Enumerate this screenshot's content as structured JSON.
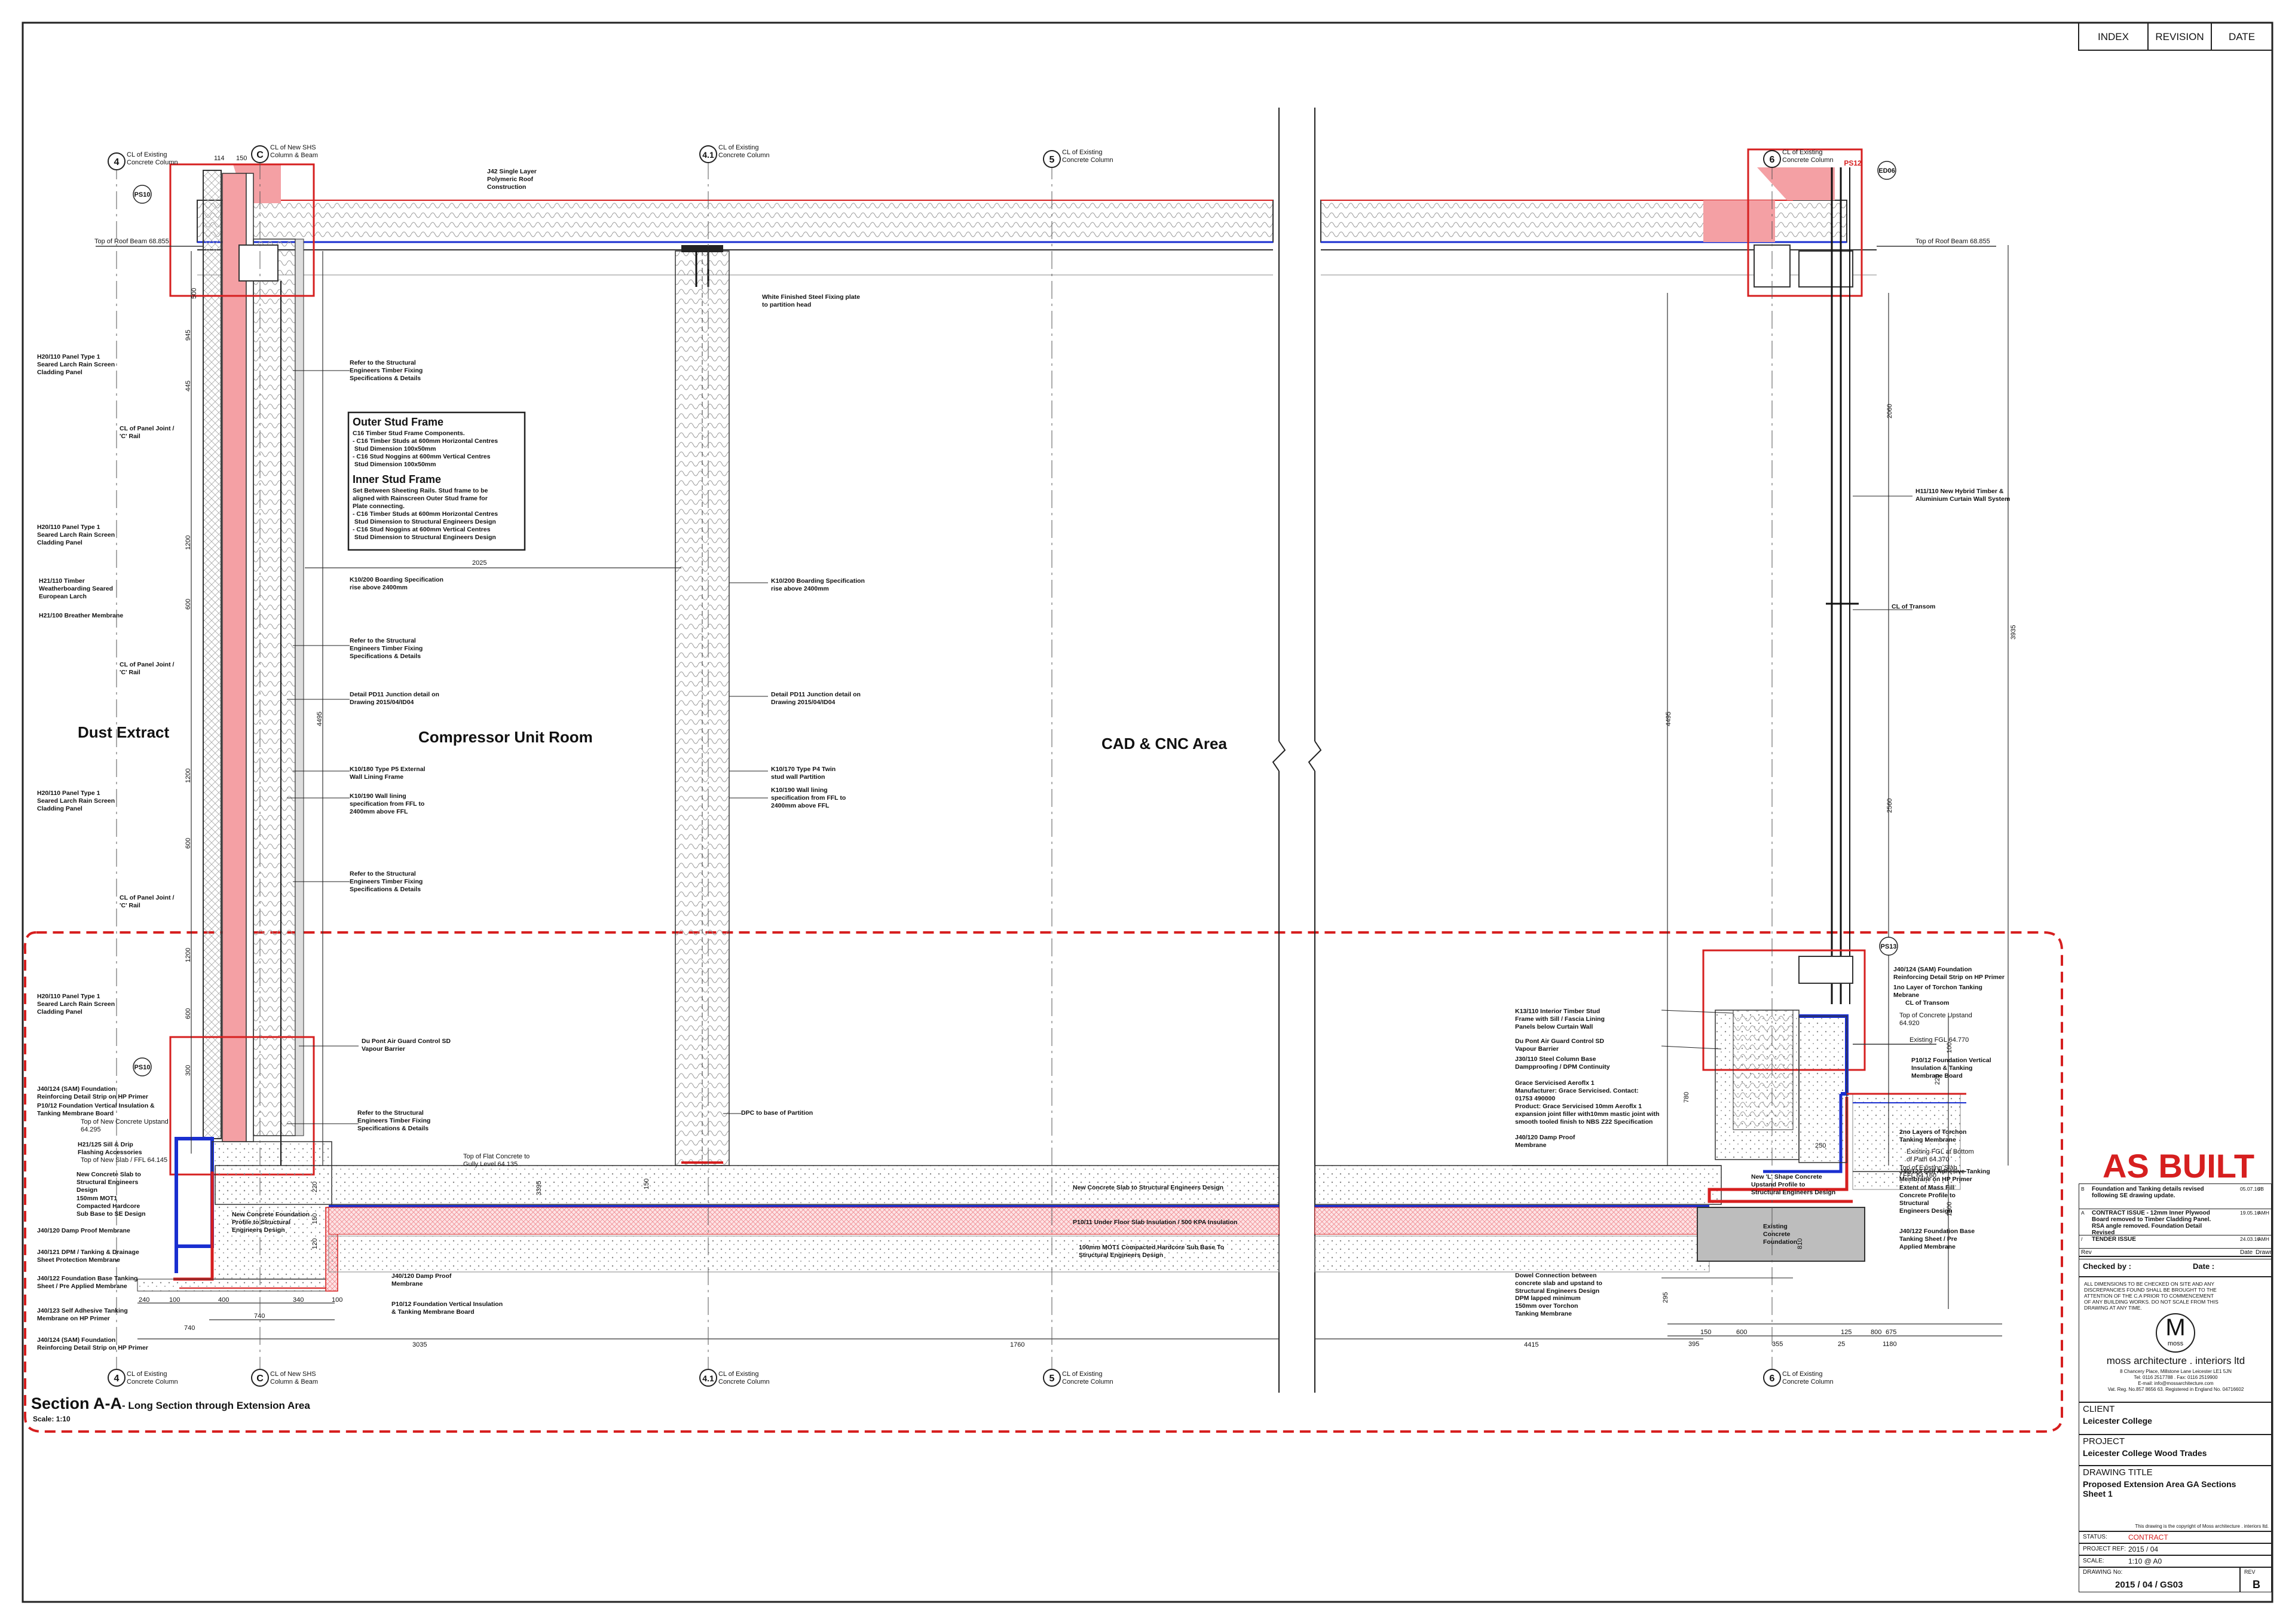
{
  "header": {
    "index": "INDEX",
    "revision": "REVISION",
    "date": "DATE"
  },
  "rooms": {
    "dust_extract": "Dust Extract",
    "compressor": "Compressor Unit Room",
    "cad": "CAD & CNC Area"
  },
  "section": {
    "title": "Section A-A",
    "subtitle": "- Long Section through Extension Area",
    "scale": "Scale: 1:10"
  },
  "as_built": "AS BUILT",
  "grid_top": [
    {
      "num": "4",
      "label": "CL of Existing\nConcrete Column"
    },
    {
      "num": "C",
      "label": "CL of New SHS\nColumn & Beam"
    },
    {
      "num": "4.1",
      "label": "CL of Existing\nConcrete Column"
    },
    {
      "num": "5",
      "label": "CL of Existing\nConcrete Column"
    },
    {
      "num": "6",
      "label": "CL of Existing\nConcrete Column"
    }
  ],
  "levels": {
    "roof_left": "Top of Roof Beam 68.855",
    "roof_right": "Top of Roof Beam 68.855",
    "existing_ffl": "Existing FGL 64.770",
    "upstand_r": "Top of Concrete Upstand\n64.920",
    "upstand_l": "Top of New Concrete Upstand\n64.295",
    "slab_l": "Top of New Slab / FFL 64.145",
    "gully": "Top of Flat Concrete to\nGully Level 64.135",
    "fgl_bottom": "Existing FGL at Bottom\nof Path 64.370",
    "slab_r": "Top of Existing Slab\n/ FFL 64.160"
  },
  "boxes": {
    "outer_title": "Outer Stud Frame",
    "outer_body": "C16 Timber Stud Frame Components.\n- C16 Timber Studs at 600mm Horizontal Centres\n  Stud Dimension 100x50mm\n- C16 Stud Noggins at 600mm Vertical Centres\n  Stud Dimension 100x50mm",
    "inner_title": "Inner Stud Frame",
    "inner_body": "Set Between Sheeting Rails. Stud frame to be\naligned with Rainscreen Outer Stud frame for\nPlate connecting.\n- C16 Timber Studs at 600mm Horizontal Centres\n  Stud Dimension to Structural Engineers Design\n- C16 Stud Noggins at 600mm Vertical Centres\n  Stud Dimension to Structural Engineers Design"
  },
  "notes_left": [
    "H20/110 Panel Type 1\nSeared Larch Rain Screen\nCladding Panel",
    "CL of Panel Joint /\n'C' Rail",
    "H20/110 Panel Type 1\nSeared Larch Rain Screen\nCladding Panel",
    "H21/110 Timber\nWeatherboarding Seared\nEuropean Larch",
    "H21/100 Breather Membrane",
    "CL of Panel Joint /\n'C' Rail",
    "H20/110 Panel Type 1\nSeared Larch Rain Screen\nCladding Panel",
    "CL of Panel Joint /\n'C' Rail",
    "H20/110 Panel Type 1\nSeared Larch Rain Screen\nCladding Panel",
    "J40/124 (SAM) Foundation\nReinforcing Detail Strip on HP Primer",
    "P10/12 Foundation Vertical Insulation &\nTanking Membrane Board",
    "H21/125 Sill & Drip\nFlashing Accessories",
    "New Concrete Slab to\nStructural Engineers\nDesign",
    "150mm MOT1\nCompacted Hardcore\nSub Base to SE Design",
    "J40/120 Damp Proof Membrane",
    "J40/121 DPM / Tanking & Drainage\nSheet Protection Membrane",
    "J40/122 Foundation Base Tanking\nSheet / Pre Applied Membrane",
    "J40/123 Self Adhesive Tanking\nMembrane on HP Primer",
    "J40/124 (SAM) Foundation\nReinforcing Detail Strip on HP Primer"
  ],
  "notes_mid": [
    "J42 Single Layer\nPolymeric Roof\nConstruction",
    "White Finished Steel Fixing plate\nto partition head",
    "Refer to the Structural\nEngineers Timber Fixing\nSpecifications & Details",
    "K10/200 Boarding Specification\nrise above 2400mm",
    "Refer to the Structural\nEngineers Timber Fixing\nSpecifications & Details",
    "Detail PD11 Junction detail on\nDrawing 2015/04/ID04",
    "K10/180 Type P5 External\nWall Lining Frame",
    "K10/190 Wall lining\nspecification from  FFL to\n2400mm above FFL",
    "Refer to the Structural\nEngineers Timber Fixing\nSpecifications & Details",
    "Du Pont Air Guard Control SD\nVapour Barrier",
    "Refer to the Structural\nEngineers Timber Fixing\nSpecifications & Details",
    "New Concrete Foundation\nProfile to Structural\nEngineers Design",
    "J40/120 Damp Proof\nMembrane",
    "P10/12 Foundation Vertical Insulation\n& Tanking Membrane Board",
    "K10/200 Boarding Specification\nrise above 2400mm",
    "Detail PD11 Junction detail on\nDrawing 2015/04/ID04",
    "K10/170 Type P4 Twin\nstud wall Partition",
    "K10/190 Wall lining\nspecification from  FFL to\n2400mm above FFL",
    "DPC to base of Partition",
    "New Concrete Slab to Structural Engineers Design",
    "P10/11 Under Floor Slab Insulation / 500 KPA Insulation",
    "100mm MOT1 Compacted Hardcore Sub Base To\nStructural Engineers Design"
  ],
  "notes_right": [
    "H11/110 New Hybrid Timber &\nAluminium Curtain Wall System",
    "CL of Transom",
    "J40/124 (SAM) Foundation\nReinforcing Detail Strip on HP Primer",
    "1no Layer of Torchon Tanking\nMebrane",
    "CL of Transom",
    "K13/110 Interior Timber Stud\nFrame with Sill / Fascia Lining\nPanels below Curtain Wall",
    "Du Pont Air Guard Control SD\nVapour Barrier",
    "J30/110  Steel Column Base\nDampproofing / DPM Continuity",
    "Grace Servicised Aeroflx 1\nManufacturer: Grace Servicised. Contact:\n01753 490000\nProduct: Grace Servicised 10mm Aeroflx 1\nexpansion joint filler with10mm mastic joint with\nsmooth tooled finish to NBS Z22 Specification",
    "J40/120 Damp Proof\nMembrane",
    "P10/12 Foundation Vertical\nInsulation & Tanking\nMembrane Board",
    "2no Layers of Torchon\nTanking Membrane",
    "New 'L' Shape Concrete\nUpstand Profile to\nStructural Engineers Design",
    "J40/123 Self Adhesive Tanking\nMembrane on HP Primer",
    "Extent of Mass Fill\nConcrete Profile to\nStructural\nEngineers Design",
    "J40/122 Foundation Base\nTanking Sheet / Pre\nApplied Membrane",
    "Existing\nConcrete\nFoundation",
    "Dowel Connection between\nconcrete slab and upstand to\nStructural Engineers Design",
    "DPM lapped minimum\n150mm over Torchon\nTanking Membrane"
  ],
  "tags": [
    "PS10",
    "PS10",
    "ED06",
    "PS12",
    "PS13"
  ],
  "dims_vertical_left": [
    "945",
    "445",
    "1200",
    "600",
    "1200",
    "600",
    "1200",
    "600",
    "300",
    "4495"
  ],
  "dims_bottom": [
    "240",
    "100",
    "400",
    "340",
    "100",
    "740",
    "740",
    "3035",
    "1760",
    "4415",
    "150",
    "395",
    "600",
    "355",
    "125",
    "675",
    "1180",
    "25",
    "800"
  ],
  "dims_misc": [
    "114",
    "150",
    "500",
    "2025",
    "220",
    "150",
    "120",
    "3395",
    "150",
    "4495",
    "2060",
    "2560",
    "3935",
    "100",
    "220",
    "780",
    "250",
    "1300",
    "810",
    "295"
  ],
  "revisions": [
    {
      "rev": "B",
      "desc": "Foundation and Tanking details revised following SE drawing update.",
      "date": "05.07.16",
      "by": "JB"
    },
    {
      "rev": "A",
      "desc": "CONTRACT ISSUE - 12mm Inner Plywood Board removed to Timber Cladding Panel. RSA angle removed. Foundation Detail Revised",
      "date": "19.05.16",
      "by": "AMH"
    },
    {
      "rev": "/",
      "desc": "TENDER ISSUE",
      "date": "24.03.16",
      "by": "AMH"
    }
  ],
  "titleblock": {
    "rev_hdr": "Rev",
    "date_hdr": "Date",
    "drawn_hdr": "Drawn",
    "checked": "Checked by :",
    "date_lbl": "Date :",
    "disclaimer": "ALL DIMENSIONS TO BE CHECKED ON SITE AND ANY DISCREPANCIES FOUND SHALL BE BROUGHT TO THE ATTENTION OF THE C.A PRIOR TO COMMENCEMENT OF ANY BUILDING WORKS. DO NOT SCALE FROM THIS DRAWING AT ANY TIME.",
    "logo_letter": "M",
    "logo_word": "moss",
    "firm": "moss architecture . interiors ltd",
    "address": "8 Chancery Place, Millstone Lane Leicester LE1 5JN\nTel: 0116 2517788 . Fax: 0116 2519900\nE-mail: info@mossarchitecture.com\nVat. Reg. No.857 8656 63. Registered in England No. 04716602",
    "client_lbl": "CLIENT",
    "client": "Leicester College",
    "project_lbl": "PROJECT",
    "project": "Leicester College Wood Trades",
    "title_lbl": "DRAWING TITLE",
    "title": "Proposed Extension Area GA Sections\nSheet 1",
    "copyright": "This drawing is the copyright of Moss architecture . interiors ltd.",
    "status_lbl": "STATUS:",
    "status": "CONTRACT",
    "projref_lbl": "PROJECT REF:",
    "projref": "2015 / 04",
    "scale_lbl": "SCALE:",
    "scale": "1:10 @ A0",
    "dwgno_lbl": "DRAWING No:",
    "dwgno": "2015 / 04 / GS03",
    "revno_lbl": "REV",
    "revno": "B"
  },
  "colors": {
    "red": "#d61f1f",
    "pink": "#f4a0a4",
    "blue": "#1a2fd0",
    "line": "#111111",
    "grey": "#bdbdbd"
  }
}
